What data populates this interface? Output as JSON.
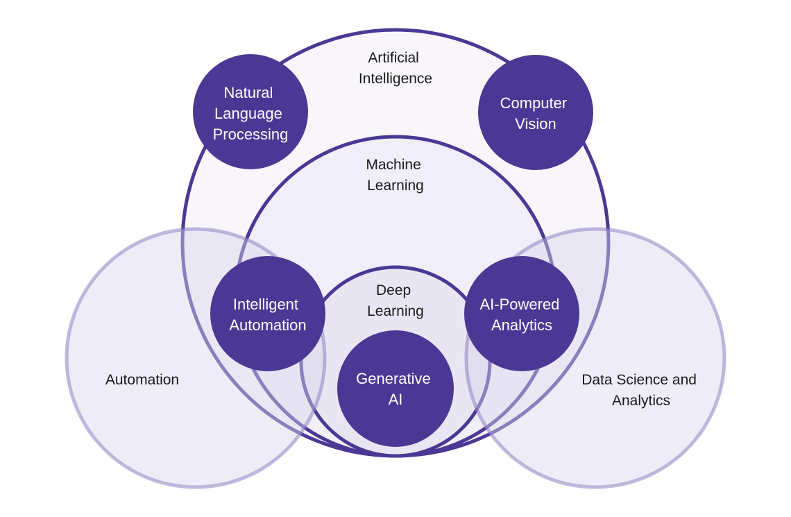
{
  "colors": {
    "primary": "#4b3894",
    "outer_fill": "#f8f6fb",
    "ml_fill": "#f0eef8",
    "dl_fill": "#e8e6f3",
    "side_fill": "#ecebf6",
    "side_stroke": "#bcb4d9",
    "dark_text": "#1a1a1a",
    "light_text": "#ffffff"
  },
  "sets": {
    "ai": {
      "lines": [
        "Artificial",
        "Intelligence"
      ]
    },
    "ml": {
      "lines": [
        "Machine",
        "Learning"
      ]
    },
    "dl": {
      "lines": [
        "Deep",
        "Learning"
      ]
    },
    "automation": {
      "lines": [
        "Automation"
      ]
    },
    "data_science": {
      "lines": [
        "Data Science and",
        "Analytics"
      ]
    }
  },
  "nodes": {
    "nlp": {
      "lines": [
        "Natural",
        "Language",
        "Processing"
      ]
    },
    "cv": {
      "lines": [
        "Computer",
        "Vision"
      ]
    },
    "ia": {
      "lines": [
        "Intelligent",
        "Automation"
      ]
    },
    "aipa": {
      "lines": [
        "AI-Powered",
        "Analytics"
      ]
    },
    "genai": {
      "lines": [
        "Generative",
        "AI"
      ]
    }
  }
}
